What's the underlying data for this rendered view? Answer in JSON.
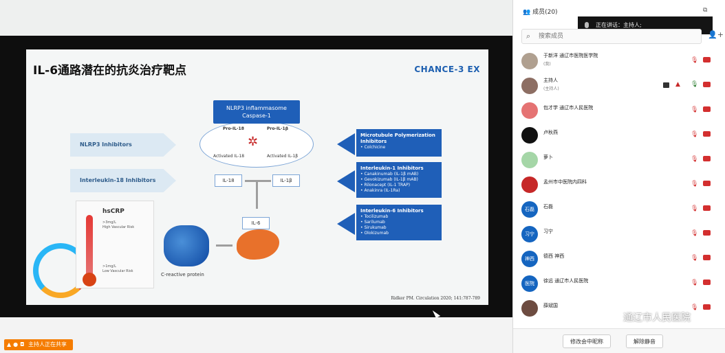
{
  "slide": {
    "title": "IL-6通路潜在的抗炎治疗靶点",
    "brand": "CHANCE-3 EX",
    "nlrp3_box": [
      "NLRP3 inflammasome",
      "Caspase-1"
    ],
    "pre_il18": "Pro-IL-18",
    "pre_il1b": "Pro-IL-1β",
    "activated_il18": "Activated IL-18",
    "activated_il1b": "Activated IL-1β",
    "left_labels": [
      "NLRP3 Inhibitors",
      "Interleukin-18 Inhibitors"
    ],
    "il18": "IL-18",
    "il1b": "IL-1β",
    "il6": "IL-6",
    "microtubule": {
      "title": "Microtubule Polymerization Inhibitors",
      "items": [
        "• Colchicine"
      ]
    },
    "il1_inhibitors": {
      "title": "Interleukin-1 Inhibitors",
      "items": [
        "• Canakinumab (IL-1β mAB)",
        "• Gevokizumab (IL-1β mAB)",
        "• Rilonacept (IL-1 TRAP)",
        "• Anakinra (IL-1Ra)"
      ]
    },
    "il6_inhibitors": {
      "title": "Interleukin-6 Inhibitors",
      "items": [
        "• Tocilizumab",
        "• Sarilumab",
        "• Sirukumab",
        "• Olokizumab"
      ]
    },
    "hscrp": "hsCRP",
    "high_risk": [
      ">3mg/L",
      "High Vascular Risk"
    ],
    "low_risk": [
      ">1mg/L",
      "Low Vascular Risk"
    ],
    "crp_label": "C-reactive protein",
    "citation": "Ridker PM. Circulation 2020; 141:787-789"
  },
  "share_status": "主持人正在共享",
  "panel": {
    "members_title": "成员(20)",
    "speaking": "正在讲话：主持人;",
    "search_placeholder": "搜索成员",
    "members": [
      {
        "name": "于新洋 通辽市医院医学院",
        "sub": "(我)",
        "avatar": "",
        "color": "#b0a090",
        "host": false
      },
      {
        "name": "主持人",
        "sub": "(主持人)",
        "avatar": "",
        "color": "#8d6e63",
        "host": true
      },
      {
        "name": "包才学 通辽市人民医院",
        "sub": "",
        "avatar": "",
        "color": "#e57373",
        "host": false
      },
      {
        "name": "卢秋燕",
        "sub": "",
        "avatar": "",
        "color": "#111111",
        "host": false
      },
      {
        "name": "萝卜",
        "sub": "",
        "avatar": "",
        "color": "#a5d6a7",
        "host": false
      },
      {
        "name": "孟州市中医院内四科",
        "sub": "",
        "avatar": "",
        "color": "#c62828",
        "host": false
      },
      {
        "name": "石磊",
        "sub": "",
        "avatar": "石磊",
        "color": "#1565c0",
        "host": false
      },
      {
        "name": "习宁",
        "sub": "",
        "avatar": "习宁",
        "color": "#1565c0",
        "host": false
      },
      {
        "name": "德西 神西",
        "sub": "",
        "avatar": "神西",
        "color": "#1565c0",
        "host": false
      },
      {
        "name": "徐远 通辽市人民医院",
        "sub": "",
        "avatar": "医院",
        "color": "#1565c0",
        "host": false
      },
      {
        "name": "薛斌国",
        "sub": "",
        "avatar": "",
        "color": "#6d4c41",
        "host": false
      }
    ],
    "watermark": "通辽市人民医院",
    "rename_button": "修改会中昵称",
    "unmute_button": "解除静音"
  }
}
